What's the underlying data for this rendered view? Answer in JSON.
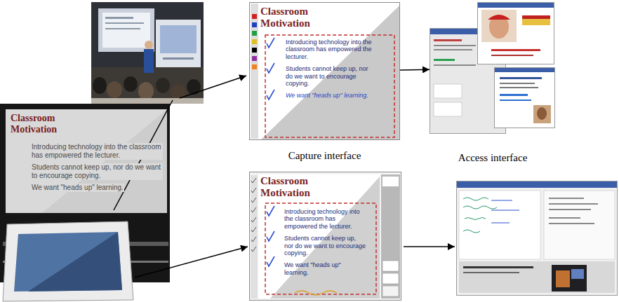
{
  "diagram": {
    "nodes": [
      {
        "text": [
          "Classroom Motivation",
          "Introducing technology into the classroom has empowered the lecturer.",
          "Students cannot keep up, nor do we want to encourage copying.",
          "We want \"heads up\" learning."
        ]
      },
      {
        "text": [
          "Classroom Motivation",
          "Introducing technology into the classroom has empowered the lecturer.",
          "Students cannot keep up, nor do we want to encourage copying.",
          "We want \"heads up\" learning.",
          "Capture interface"
        ]
      },
      {
        "text": [
          "Access interface"
        ]
      },
      {
        "text": [
          "Classroom Motivation",
          "Introducing technology into the classroom has empowered the lecturer.",
          "Students cannot keep up, nor do we want to encourage copying.",
          "We want \"heads up\" learning."
        ]
      }
    ],
    "edges": [
      {
        "from": 1,
        "to": 2,
        "arrow": "to"
      }
    ]
  }
}
